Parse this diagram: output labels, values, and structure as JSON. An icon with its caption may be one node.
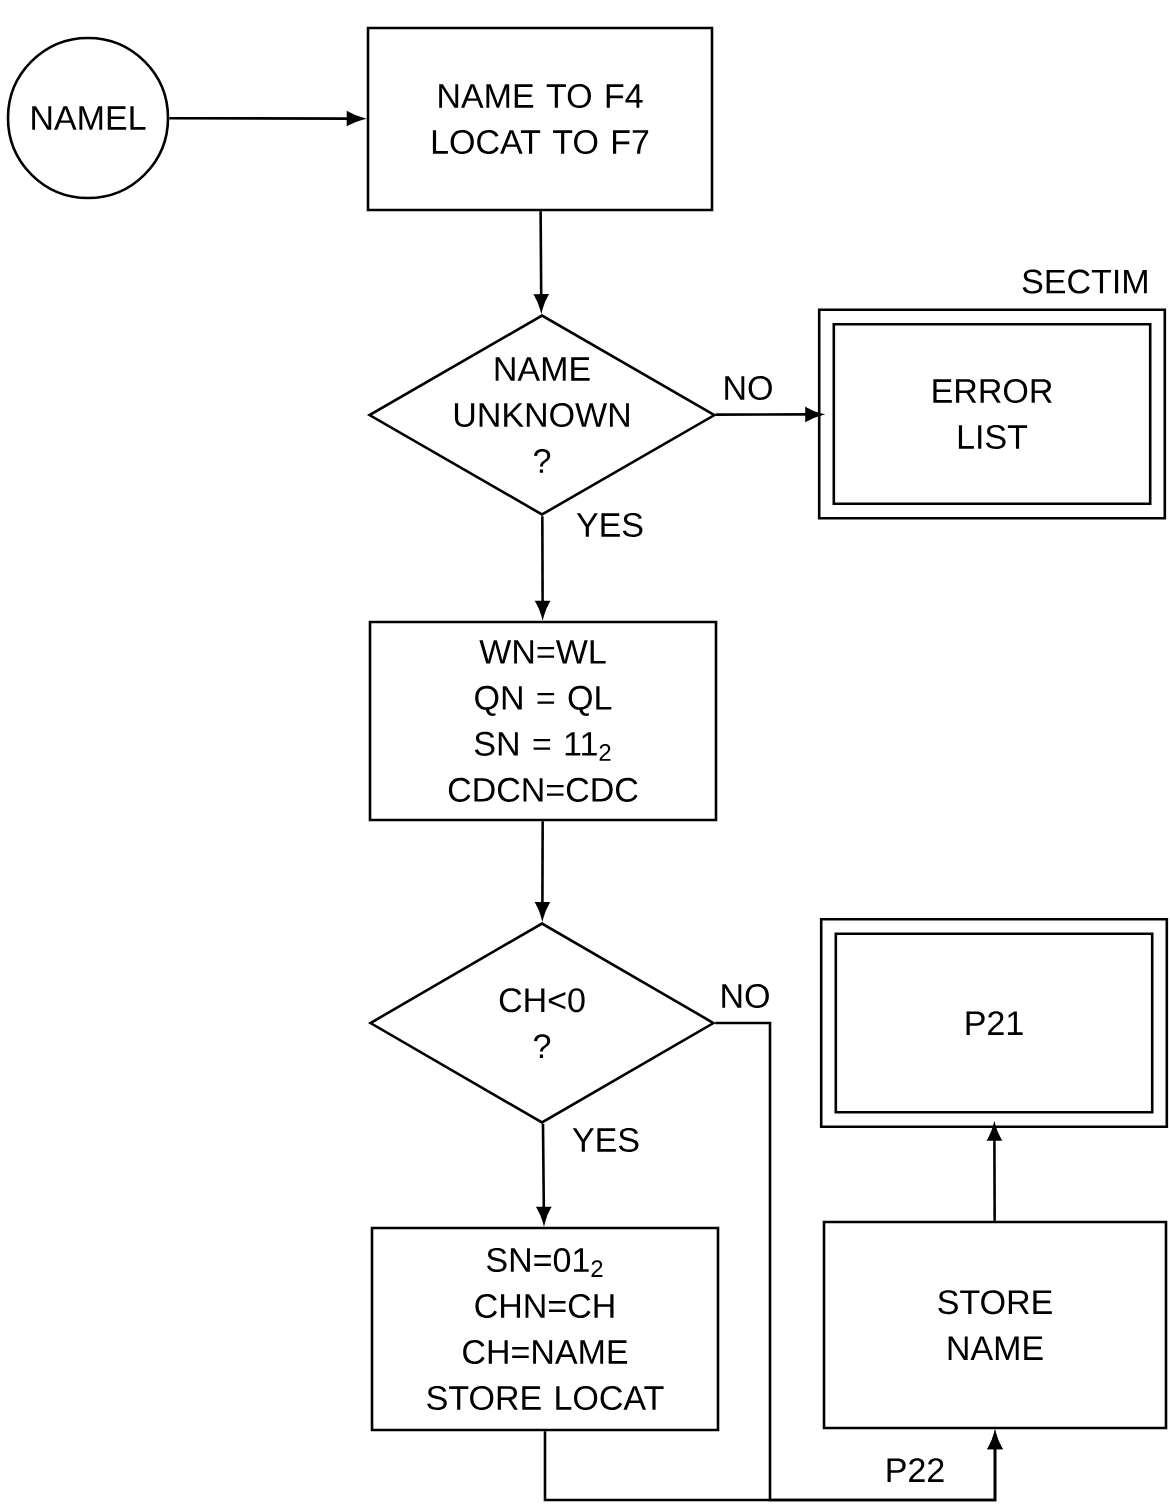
{
  "diagram": {
    "nodes": [
      {
        "text": [
          "NAMEL"
        ]
      },
      {
        "text": [
          "NAME TO F4",
          "LOCAT TO F7"
        ]
      },
      {
        "text": [
          "NAME UNKNOWN",
          "?"
        ]
      },
      {
        "text": [
          "SECTIM",
          "ERROR LIST"
        ]
      },
      {
        "text": [
          "WN=WL",
          "QN = QL",
          "SN = 11$_{2}$",
          "CDCN=CDC"
        ]
      },
      {
        "text": [
          "CH<0",
          "?"
        ]
      },
      {
        "text": [
          "P21"
        ]
      },
      {
        "text": [
          "SN=01$_{2}$",
          "CHN=CH",
          "CH=NAME",
          "STORE LOCAT"
        ]
      },
      {
        "text": [
          "STORE NAME"
        ]
      }
    ],
    "edges": [
      {
        "from": 0,
        "to": 1,
        "arrow": "to"
      },
      {
        "from": 1,
        "to": 2,
        "arrow": "to"
      },
      {
        "from": 2,
        "to": 3,
        "arrow": "to",
        "label": "NO"
      },
      {
        "from": 2,
        "to": 4,
        "arrow": "to",
        "label": "YES"
      },
      {
        "from": 4,
        "to": 5,
        "arrow": "to"
      },
      {
        "from": 5,
        "to": 7,
        "arrow": "to",
        "label": "YES"
      },
      {
        "from": 5,
        "to": 8,
        "arrow": "to",
        "label": "NO"
      },
      {
        "from": 7,
        "to": 8,
        "arrow": "to",
        "label": "P22"
      },
      {
        "from": 8,
        "to": 6,
        "arrow": "to"
      }
    ]
  }
}
